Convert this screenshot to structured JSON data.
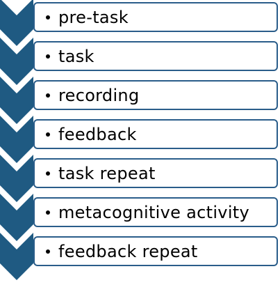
{
  "colors": {
    "chevron_fill": "#1f5a82",
    "box_border": "#2a5d8a",
    "box_fill": "#ffffff",
    "text": "#000000"
  },
  "steps": [
    {
      "label": "pre-task"
    },
    {
      "label": "task"
    },
    {
      "label": "recording"
    },
    {
      "label": "feedback"
    },
    {
      "label": "task repeat"
    },
    {
      "label": "metacognitive activity"
    },
    {
      "label": "feedback repeat"
    }
  ]
}
